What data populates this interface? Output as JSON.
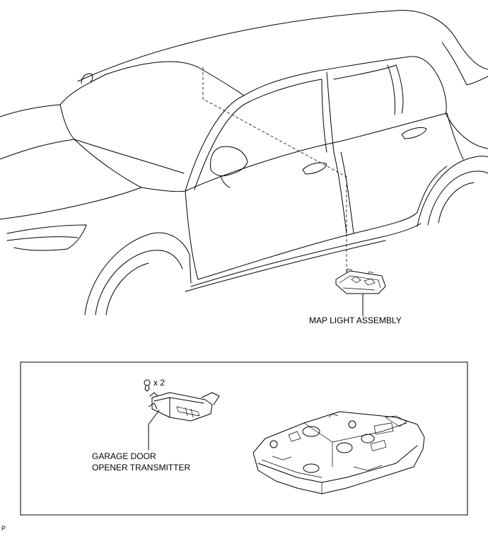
{
  "labels": {
    "map_light": "MAP LIGHT ASSEMBLY",
    "garage_line1": "GARAGE DOOR",
    "garage_line2": "OPENER TRANSMITTER",
    "screw_qty": "x 2",
    "corner_code": "P"
  }
}
